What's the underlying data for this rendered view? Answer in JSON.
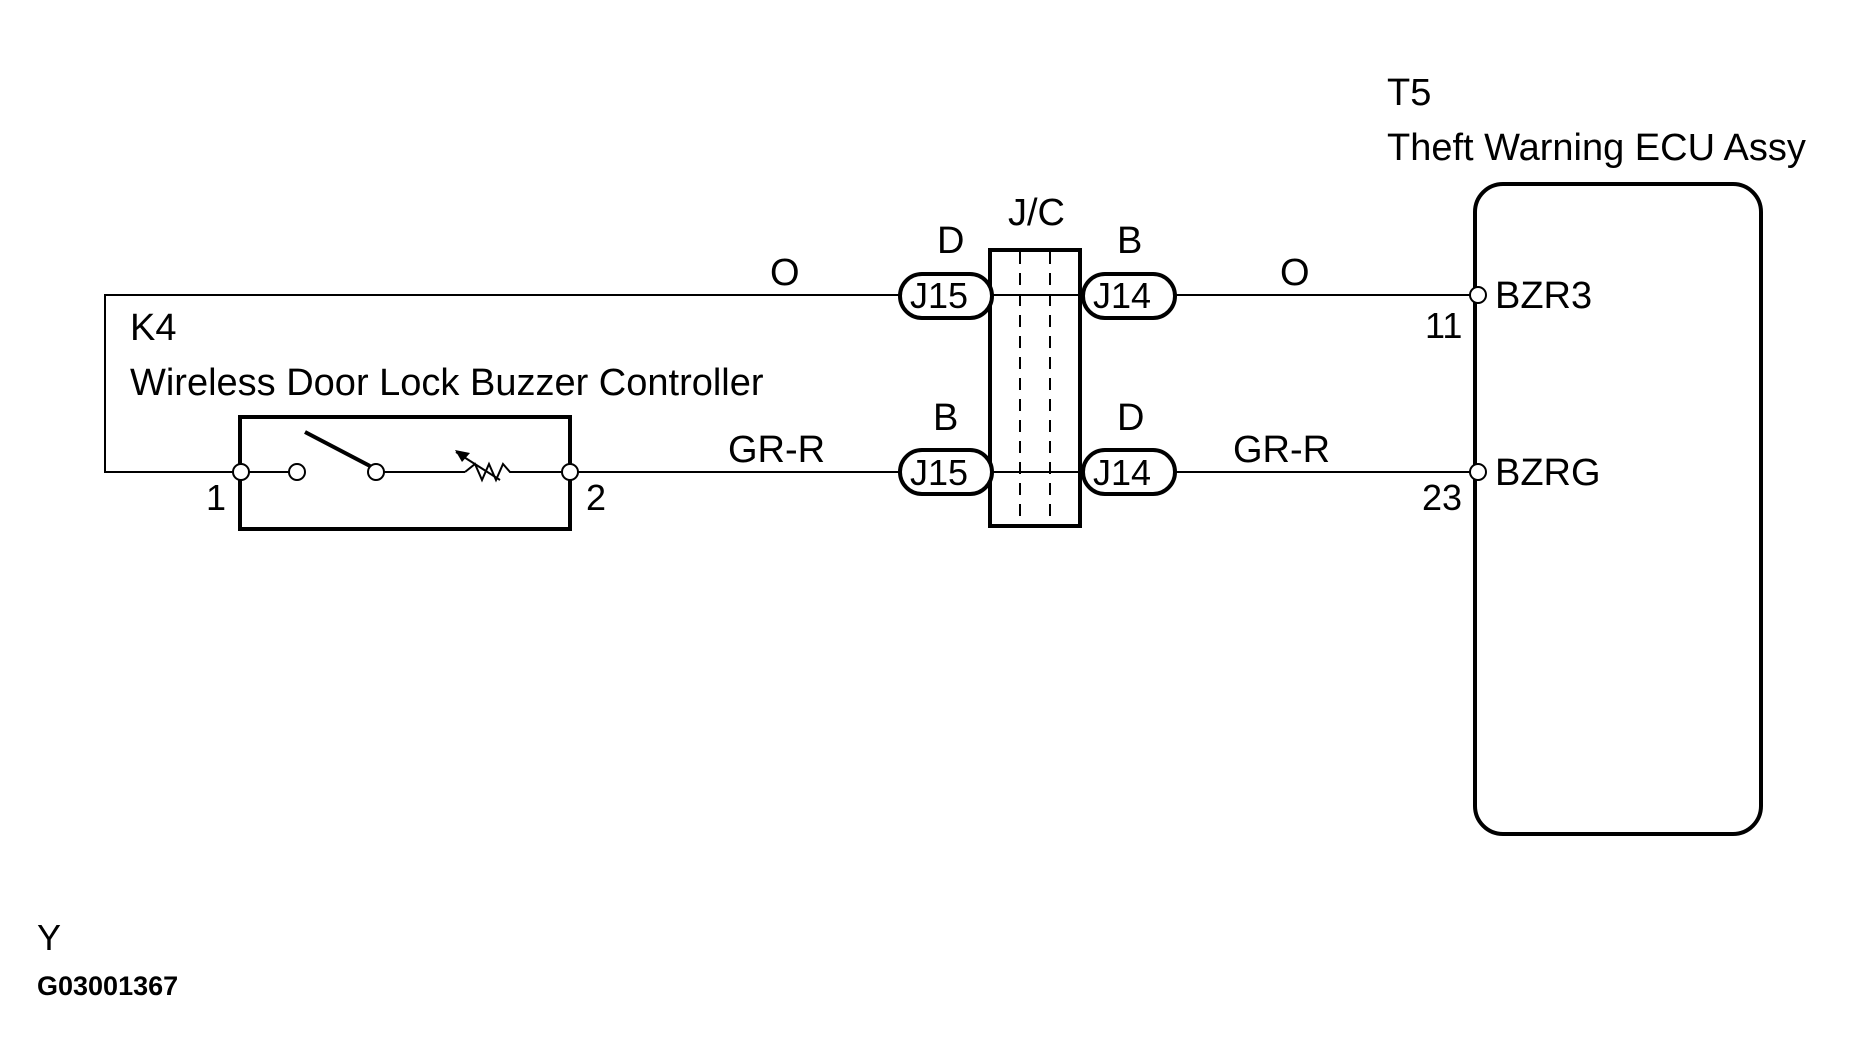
{
  "ecu": {
    "code": "T5",
    "name": "Theft Warning ECU Assy"
  },
  "controller": {
    "code": "K4",
    "name": "Wireless Door Lock Buzzer Controller",
    "pin_left": "1",
    "pin_right": "2"
  },
  "junction": {
    "label": "J/C",
    "top_left_side": "D",
    "top_right_side": "B",
    "bottom_left_side": "B",
    "bottom_right_side": "D",
    "left_connector": "J15",
    "right_connector": "J14"
  },
  "wires": {
    "top_left_color": "O",
    "top_right_color": "O",
    "bottom_left_color": "GR-R",
    "bottom_right_color": "GR-R"
  },
  "ecu_pins": {
    "top_name": "BZR3",
    "top_number": "11",
    "bottom_name": "BZRG",
    "bottom_number": "23"
  },
  "footer": {
    "code_letter": "Y",
    "figure_id": "G03001367"
  }
}
